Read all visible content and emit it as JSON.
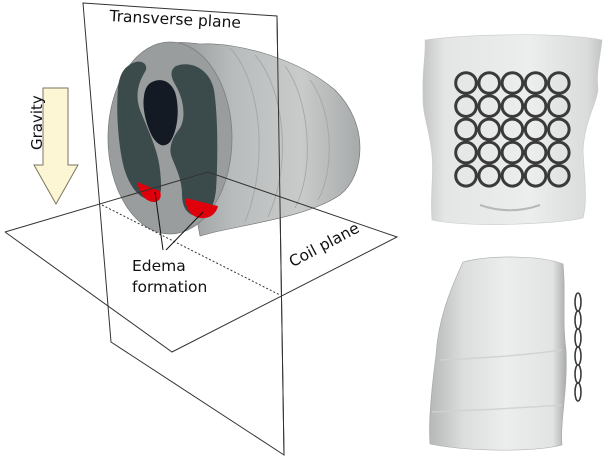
{
  "figure": {
    "labels": {
      "transverse_plane": "Transverse plane",
      "coil_plane": "Coil plane",
      "edema_line1": "Edema",
      "edema_line2": "formation",
      "gravity": "Gravity"
    },
    "colors": {
      "background": "#ffffff",
      "tissue_outer": "#9a9d9d",
      "lung": "#3b4b4b",
      "heart": "#141a24",
      "edema": "#e0000c",
      "gravity_arrow_fill": "#fcf6d4",
      "gravity_arrow_stroke": "#7a7660",
      "plane_lines": "#333333",
      "torso_light": "#e6e8e8",
      "coil_ring": "#3a3a3a"
    },
    "coil_array": {
      "rows": 5,
      "cols": 5,
      "total_coils": 25
    }
  }
}
